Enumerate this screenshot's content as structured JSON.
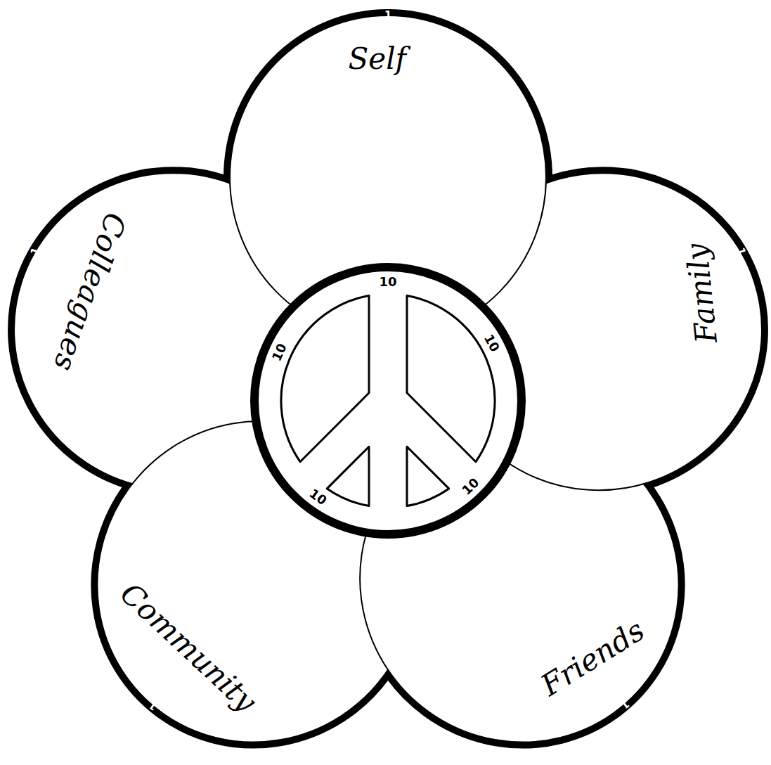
{
  "diagram": {
    "nodes": [
      {
        "text": [
          "Self"
        ]
      },
      {
        "text": [
          "Family"
        ]
      },
      {
        "text": [
          "Friends"
        ]
      },
      {
        "text": [
          "Community"
        ]
      },
      {
        "text": [
          "Colleagues"
        ]
      }
    ],
    "labels": [
      "1",
      "1",
      "1",
      "1",
      "1",
      "10",
      "10",
      "10",
      "10",
      "10"
    ]
  }
}
